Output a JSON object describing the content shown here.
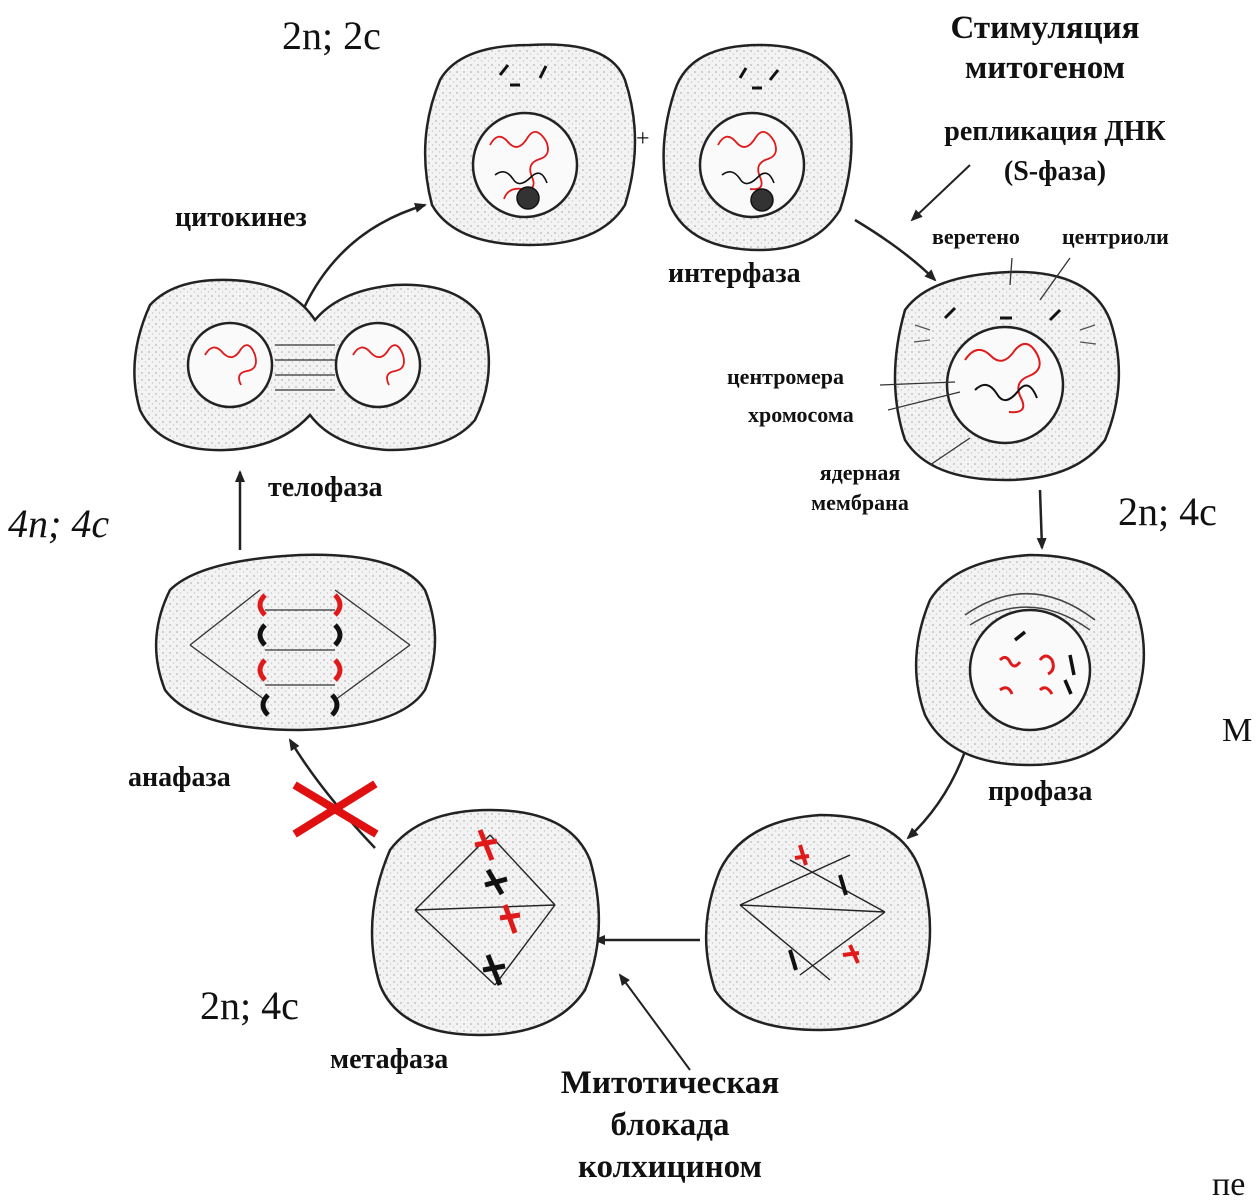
{
  "labels": {
    "ploidy_top": "2n; 2c",
    "ploidy_right": "2n; 4c",
    "ploidy_left": "4n; 4c",
    "ploidy_bottom": "2n; 4c",
    "stimulation_line1": "Стимуляция",
    "stimulation_line2": "митогеном",
    "replication_line1": "репликация ДНК",
    "replication_line2": "(S-фаза)",
    "spindle": "веретено",
    "centrioles": "центриоли",
    "centromere": "центромера",
    "chromosome": "хромосома",
    "nuclear_line1": "ядерная",
    "nuclear_line2": "мембрана",
    "plus": "+",
    "edge_m": "М",
    "edge_pe": "пе",
    "block_line1": "Митотическая",
    "block_line2": "блокада",
    "block_line3": "колхицином"
  },
  "phases": {
    "cytokinesis": "цитокинез",
    "interphase": "интерфаза",
    "telophase": "телофаза",
    "anaphase": "анафаза",
    "prophase": "профаза",
    "metaphase": "метафаза"
  },
  "colors": {
    "chromosome_red": "#e01a1a",
    "chromosome_black": "#111111",
    "block_cross": "#e01010",
    "cytoplasm": "#f1f1f1"
  }
}
